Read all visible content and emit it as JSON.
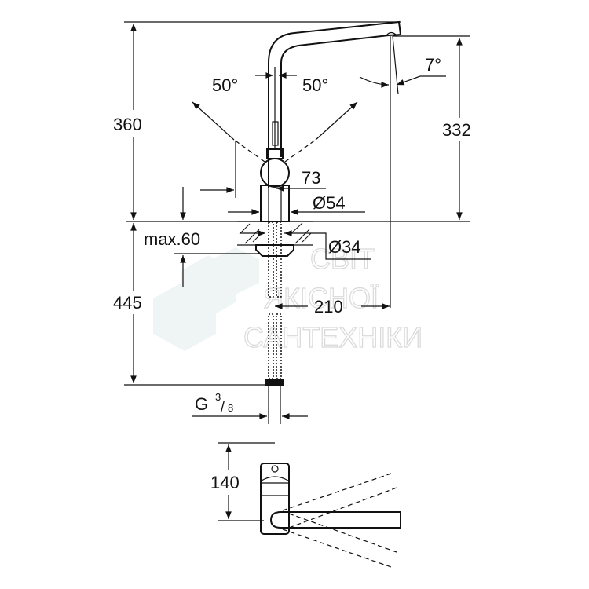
{
  "title": "Kitchen faucet dimension drawing",
  "dimensions": {
    "total_height": "360",
    "spout_height": "332",
    "below_deck_length": "445",
    "max_deck_thickness": "max.60",
    "reach": "210",
    "handle_offset": "73",
    "body_diameter": "Ø54",
    "hole_diameter": "Ø34",
    "connection_thread_main": "G",
    "connection_thread_num": "3",
    "connection_thread_den": "8",
    "handle_angle_left": "50°",
    "handle_angle_right": "50°",
    "spout_angle": "7°",
    "top_view_depth": "140"
  },
  "watermark": {
    "line1": "СВІТ",
    "line2": "ЯКІСНОЇ",
    "line3": "САНТЕХНІКИ",
    "color": "#e4eeee"
  },
  "colors": {
    "line": "#111111",
    "background": "#ffffff"
  }
}
